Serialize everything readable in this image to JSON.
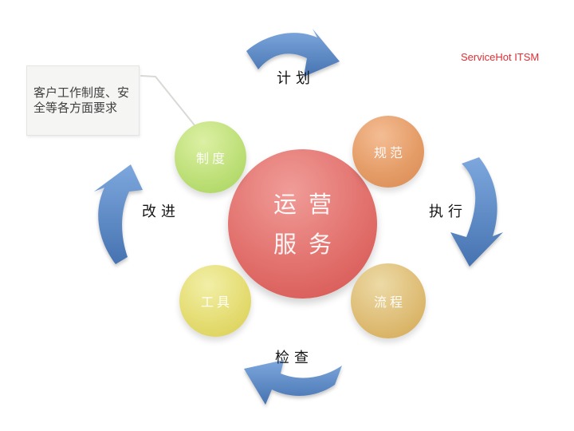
{
  "brand": {
    "label": "ServiceHot ITSM",
    "color": "#e12e34"
  },
  "callout": {
    "text": "客户工作制度、安全等各方面要求"
  },
  "center": {
    "line1": "运营",
    "line2": "服务",
    "color": "#d4524e"
  },
  "nodes": [
    {
      "label": "制度",
      "position": "top-left",
      "color": "#a6d35c"
    },
    {
      "label": "规范",
      "position": "top-right",
      "color": "#d98a52"
    },
    {
      "label": "工具",
      "position": "bottom-left",
      "color": "#d8ce52"
    },
    {
      "label": "流程",
      "position": "bottom-right",
      "color": "#d3a851"
    }
  ],
  "stages": [
    {
      "label": "计划",
      "position": "top"
    },
    {
      "label": "执行",
      "position": "right"
    },
    {
      "label": "检查",
      "position": "bottom"
    },
    {
      "label": "改进",
      "position": "left"
    }
  ],
  "arrows": {
    "color": "#4f81bd",
    "highlight": "#7da7dd"
  }
}
